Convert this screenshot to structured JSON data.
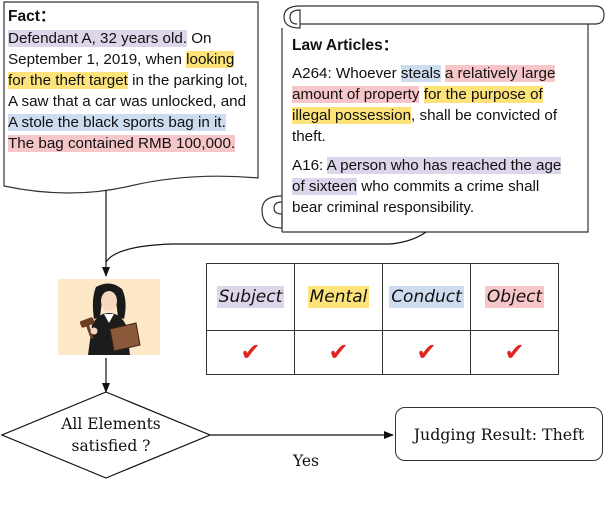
{
  "fact": {
    "title": "Fact：",
    "segments": [
      {
        "text": "Defendant A, 32 years old.",
        "hl": "purple"
      },
      {
        "text": " On September 1, 2019, when ",
        "hl": ""
      },
      {
        "text": "looking for the theft target",
        "hl": "yellow"
      },
      {
        "text": " in the parking lot, A saw that a car was unlocked, and ",
        "hl": ""
      },
      {
        "text": "A stole the black sports bag in it.",
        "hl": "blue"
      },
      {
        "text": " ",
        "hl": ""
      },
      {
        "text": "The bag contained RMB 100,000.",
        "hl": "red"
      }
    ]
  },
  "law": {
    "title": "Law Articles：",
    "articles": [
      {
        "segments": [
          {
            "text": "A264: Whoever ",
            "hl": ""
          },
          {
            "text": "steals",
            "hl": "blue"
          },
          {
            "text": " ",
            "hl": ""
          },
          {
            "text": "a relatively large amount of property",
            "hl": "red"
          },
          {
            "text": " ",
            "hl": ""
          },
          {
            "text": "for the purpose of illegal possession",
            "hl": "yellow"
          },
          {
            "text": ", shall be convicted of theft.",
            "hl": ""
          }
        ]
      },
      {
        "segments": [
          {
            "text": "A16: ",
            "hl": ""
          },
          {
            "text": "A person who has reached the age of sixteen",
            "hl": "purple"
          },
          {
            "text": " who commits a crime shall bear criminal responsibility.",
            "hl": ""
          }
        ]
      }
    ]
  },
  "elements": {
    "labels": [
      {
        "text": "Subject",
        "hl": "purple"
      },
      {
        "text": "Mental",
        "hl": "yellow"
      },
      {
        "text": "Conduct",
        "hl": "blue"
      },
      {
        "text": "Object",
        "hl": "red"
      }
    ],
    "check_mark": "✔"
  },
  "decision": {
    "line1": "All Elements",
    "line2": "satisfied ?",
    "yes_label": "Yes"
  },
  "result": {
    "text": "Judging Result: Theft"
  },
  "colors": {
    "purple": "#ddd6ea",
    "yellow": "#fde37a",
    "blue": "#cddcef",
    "red": "#f7c6c8",
    "check": "#e0261e",
    "judge_background": "#fde8c7"
  },
  "icons": {
    "judge": "judge-with-gavel-icon",
    "check": "checkmark-icon"
  }
}
